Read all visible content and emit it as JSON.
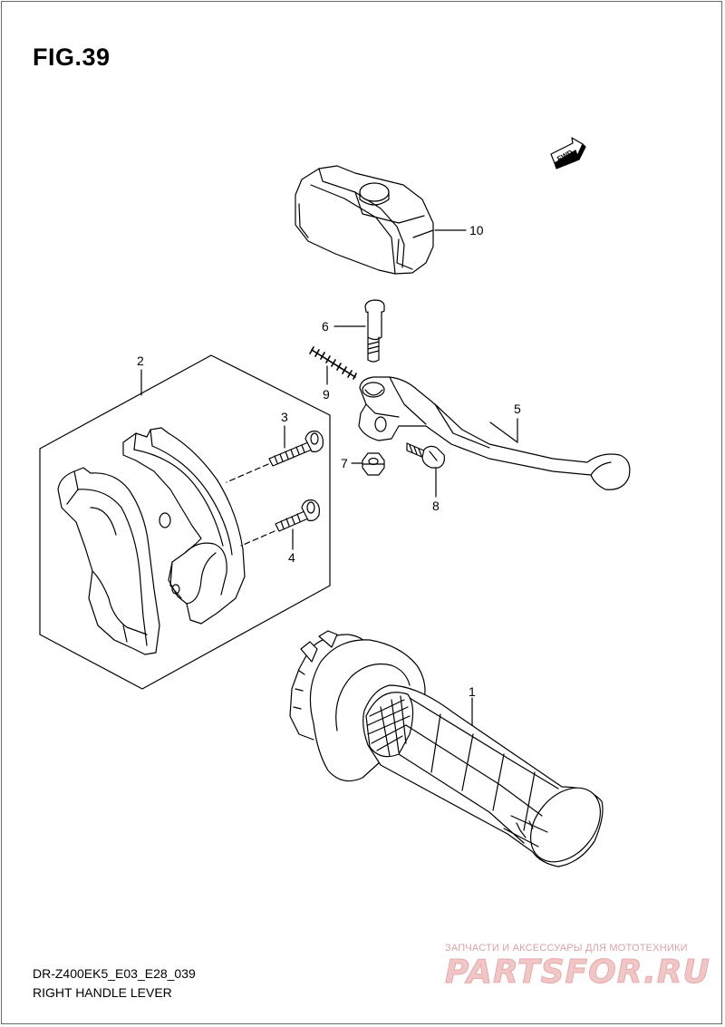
{
  "figure": {
    "title": "FIG.39"
  },
  "callouts": {
    "p1": "1",
    "p2": "2",
    "p3": "3",
    "p4": "4",
    "p5": "5",
    "p6": "6",
    "p7": "7",
    "p8": "8",
    "p9": "9",
    "p10": "10"
  },
  "fwd_badge": "FWD",
  "footer": {
    "model_code": "DR-Z400EK5_E03_E28_039",
    "caption": "RIGHT HANDLE LEVER"
  },
  "watermark": {
    "tagline": "ЗАПЧАСТИ И АКСЕССУАРЫ ДЛЯ МОТОТЕХНИКИ",
    "logo": "PARTSFOR.RU"
  },
  "colors": {
    "line": "#000000",
    "frame": "#6a6a6a",
    "watermark": "#e6aaaa"
  }
}
